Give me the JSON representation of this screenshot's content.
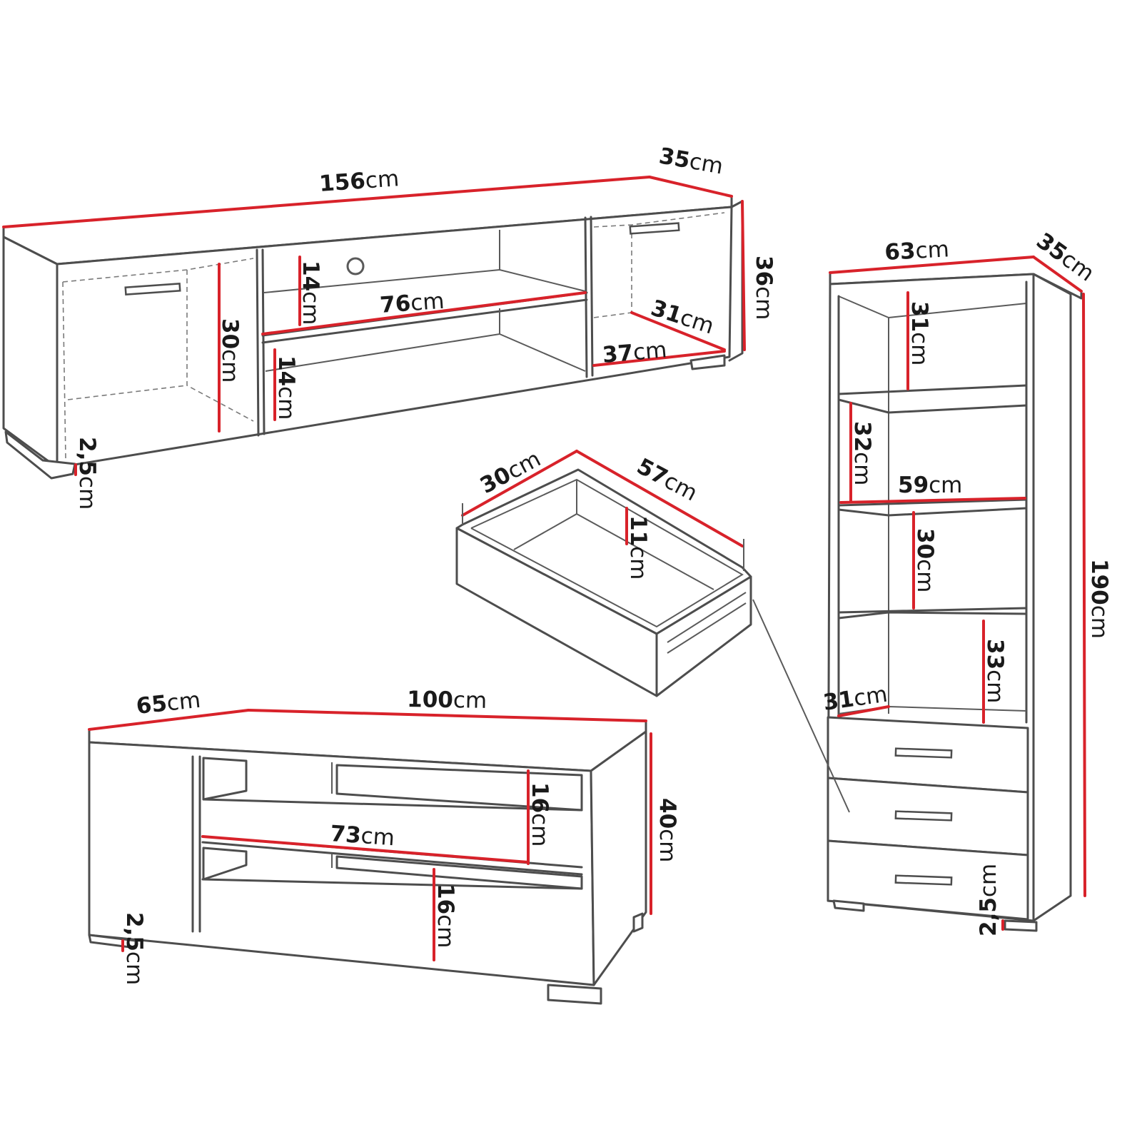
{
  "unit": "cm",
  "colors": {
    "outline": "#4d4d4d",
    "dimension_line": "#d8222a",
    "text": "#1a1a1a",
    "background": "#ffffff"
  },
  "tv_stand": {
    "width": "156",
    "depth": "35",
    "height": "36",
    "niche_height_top": "14",
    "niche_height_bottom": "14",
    "shelf_width": "76",
    "cabinet_inner_height": "30",
    "side_inner_depth": "31",
    "side_inner_width": "37",
    "leg_height": "2,5"
  },
  "bookcase": {
    "width": "63",
    "depth": "35",
    "height": "190",
    "shelf_1_height": "31",
    "shelf_2_height": "32",
    "shelf_3_height": "30",
    "shelf_4_height": "33",
    "inner_width": "59",
    "inner_depth": "31",
    "leg_height": "2,5"
  },
  "drawer": {
    "depth": "30",
    "width": "57",
    "height": "11"
  },
  "coffee_table": {
    "depth": "65",
    "width": "100",
    "height": "40",
    "upper_niche_height": "16",
    "lower_niche_height": "16",
    "shelf_width": "73",
    "leg_height": "2,5"
  }
}
